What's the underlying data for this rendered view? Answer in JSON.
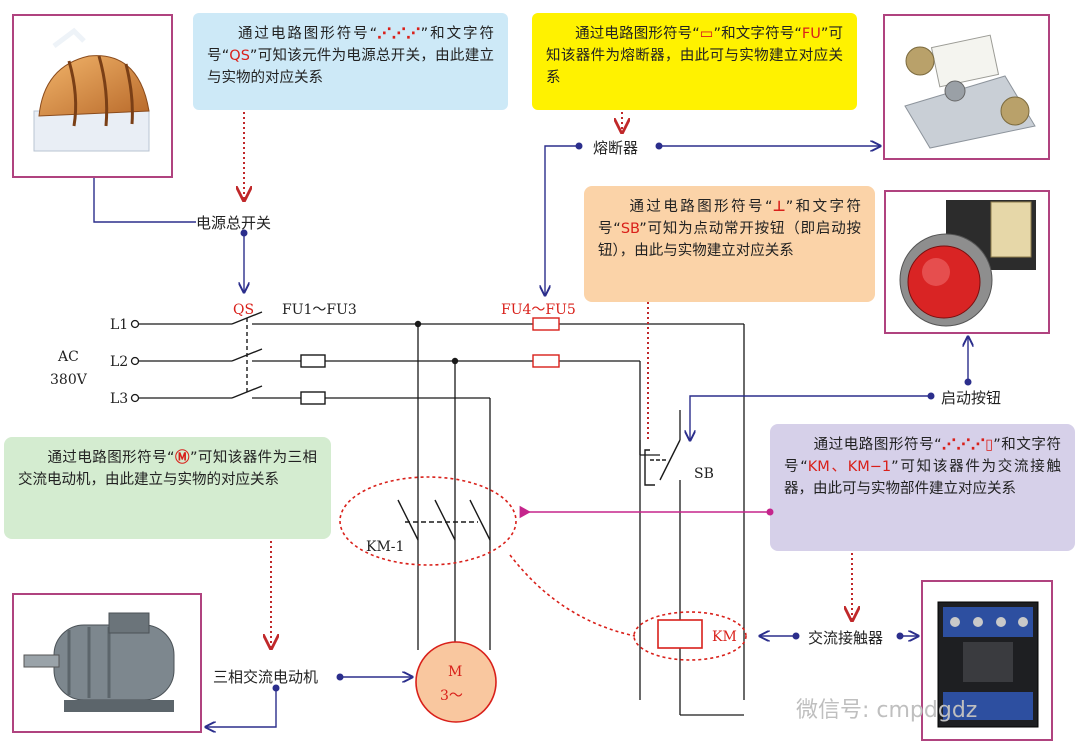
{
  "notes": {
    "qs": {
      "a": "通过电路图形符号“",
      "b": "”和文字符号“",
      "code": "QS",
      "c": "”可知该元件为电源总开关，由此建立与实物的对应关系"
    },
    "fu": {
      "a": "通过电路图形符号“",
      "b": "”和文字符号“",
      "code": "FU",
      "c": "”可知该器件为熔断器，由此可与实物建立对应关系"
    },
    "sb": {
      "a": "通过电路图形符号“",
      "b": "”和文字符号“",
      "code": "SB",
      "c": "”可知为点动常开按钮（即启动按钮），由此与实物建立对应关系"
    },
    "m": {
      "a": "通过电路图形符号“",
      "b": "”可知该器件为三相交流电动机，由此建立与实物的对应关系"
    },
    "km": {
      "a": "通过电路图形符号“",
      "b": "”和文字符号“",
      "code": "KM、KM−1",
      "c": "”可知该器件为交流接触器，由此可与实物部件建立对应关系"
    }
  },
  "labels": {
    "qs_main": "电源总开关",
    "fu_main": "熔断器",
    "sb_main": "启动按钮",
    "km_main": "交流接触器",
    "m_main": "三相交流电动机"
  },
  "circuit": {
    "l1": "L1",
    "l2": "L2",
    "l3": "L3",
    "ac": "AC",
    "volt": "380V",
    "qs": "QS",
    "fu13": "FU1～FU3",
    "fu45": "FU4～FU5",
    "sb": "SB",
    "km": "KM",
    "km1": "KM-1",
    "motor_m": "M",
    "motor_3": "3～"
  },
  "watermark": "微信号: cmpdgdz",
  "colors": {
    "wire": "#1a1a1a",
    "red": "#d9201a",
    "arrow": "#2b2e8c",
    "magenta": "#c5258c",
    "dot_red": "#c0282a"
  }
}
